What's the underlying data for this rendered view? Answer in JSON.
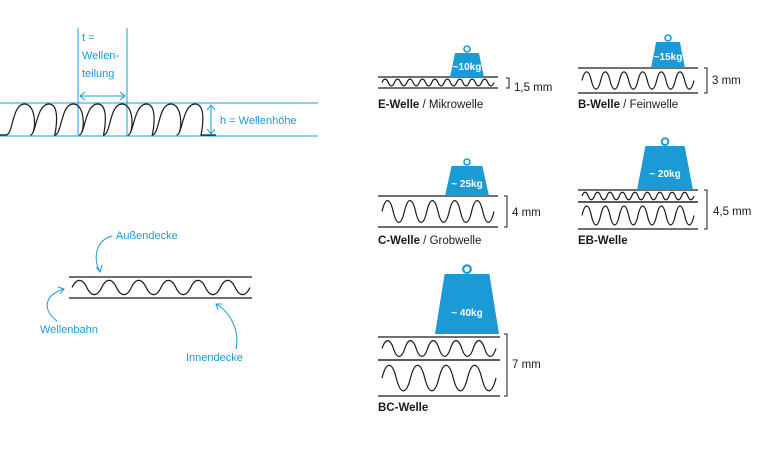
{
  "geometry": {
    "t_label": [
      "t =",
      "Wellen-",
      "teilung"
    ],
    "h_label": "h = Wellenhöhe"
  },
  "layers": {
    "outer": "Außendecke",
    "flute": "Wellenbahn",
    "inner": "Innendecke"
  },
  "flutes": [
    {
      "name": "E-Welle",
      "alias": "Mikrowelle",
      "thickness": "1,5 mm",
      "weight": "~10kg"
    },
    {
      "name": "B-Welle",
      "alias": "Feinwelle",
      "thickness": "3 mm",
      "weight": "~15kg"
    },
    {
      "name": "C-Welle",
      "alias": "Grobwelle",
      "thickness": "4 mm",
      "weight": "~ 25kg"
    },
    {
      "name": "EB-Welle",
      "alias": "",
      "thickness": "4,5 mm",
      "weight": "~ 20kg"
    },
    {
      "name": "BC-Welle",
      "alias": "",
      "thickness": "7 mm",
      "weight": "~ 40kg"
    }
  ],
  "colors": {
    "accent": "#1b9ad6",
    "line": "#1a1a1a"
  }
}
